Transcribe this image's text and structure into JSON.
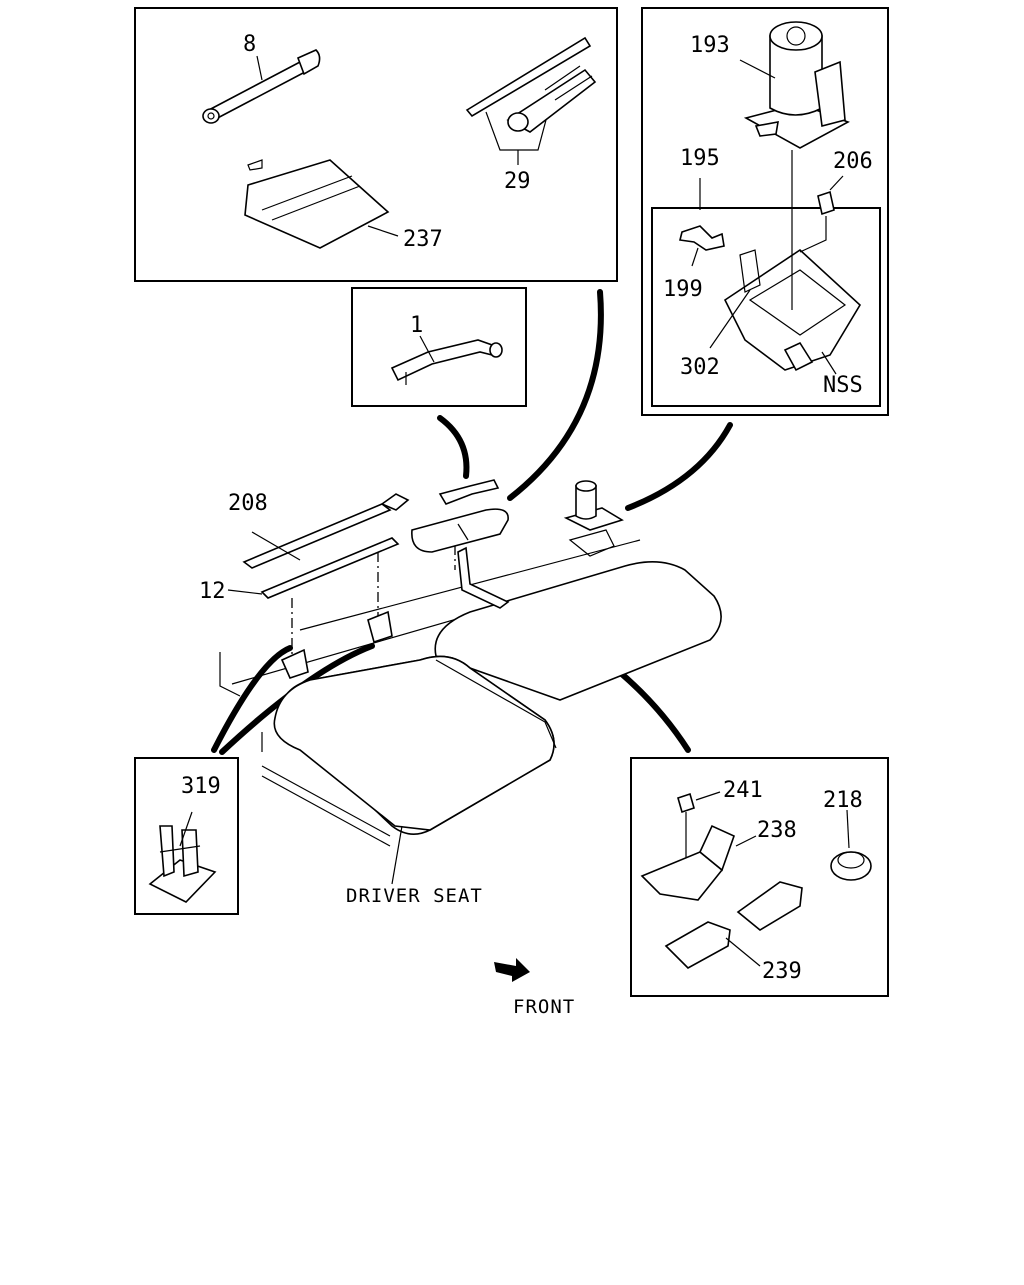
{
  "labels": {
    "l8": "8",
    "l29": "29",
    "l237": "237",
    "l193": "193",
    "l195": "195",
    "l206": "206",
    "l199": "199",
    "l302": "302",
    "lNSS": "NSS",
    "l1": "1",
    "l208": "208",
    "l12": "12",
    "l319": "319",
    "l241": "241",
    "l218": "218",
    "l238": "238",
    "l239": "239"
  },
  "captions": {
    "driver_seat": "DRIVER SEAT",
    "front": "FRONT"
  }
}
